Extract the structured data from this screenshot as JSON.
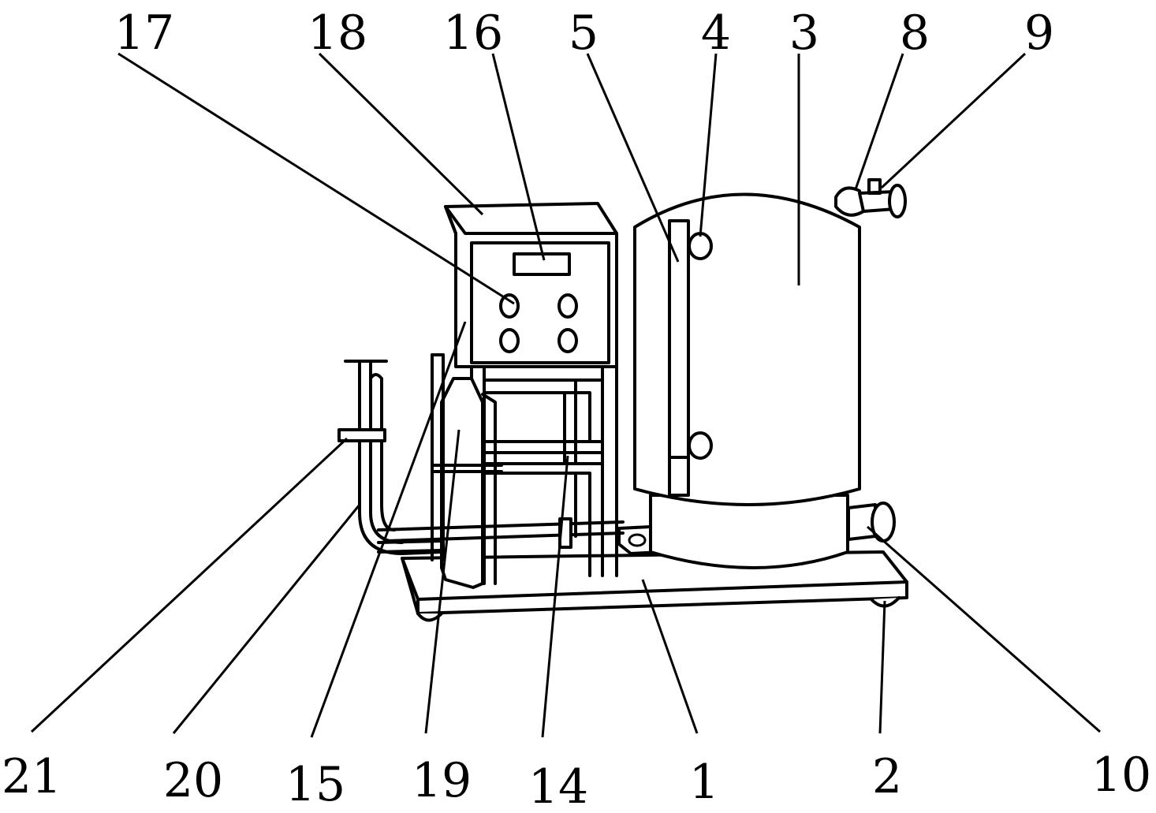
{
  "labels_top": [
    "17",
    "18",
    "16",
    "5",
    "4",
    "3",
    "8",
    "9"
  ],
  "labels_bottom": [
    "21",
    "20",
    "15",
    "19",
    "14",
    "1",
    "2",
    "10"
  ]
}
